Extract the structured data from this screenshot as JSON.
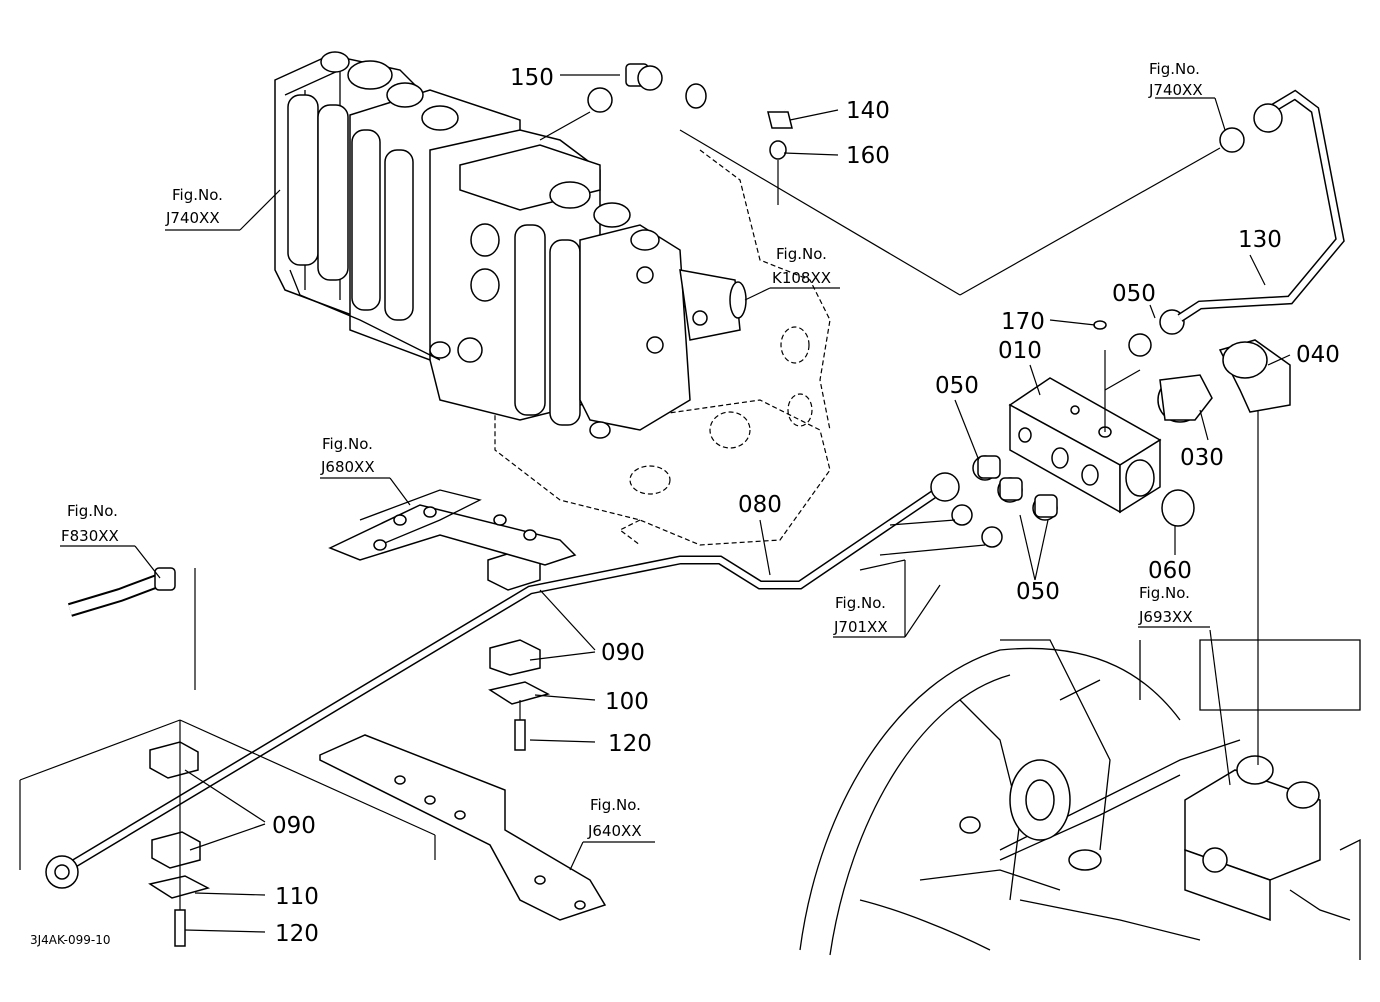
{
  "diagram_code": "3J4AK-099-10",
  "part_numbers": {
    "p010": "010",
    "p030": "030",
    "p040": "040",
    "p050": "050",
    "p060": "060",
    "p080": "080",
    "p090": "090",
    "p100": "100",
    "p110": "110",
    "p120": "120",
    "p130": "130",
    "p140": "140",
    "p150": "150",
    "p160": "160",
    "p170": "170"
  },
  "figure_refs": {
    "fig_label": "Fig.No.",
    "j740": "J740XX",
    "k108": "K108XX",
    "j680": "J680XX",
    "f830": "F830XX",
    "j701": "J701XX",
    "j693": "J693XX",
    "j640": "J640XX"
  }
}
